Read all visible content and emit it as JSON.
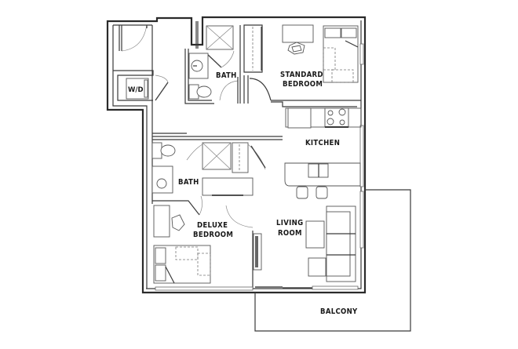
{
  "plan": {
    "type": "apartment-floor-plan",
    "rooms": [
      {
        "id": "wd",
        "label": "W/D"
      },
      {
        "id": "bath1",
        "label": "BATH"
      },
      {
        "id": "std-bed",
        "label_line1": "STANDARD",
        "label_line2": "BEDROOM"
      },
      {
        "id": "kitchen",
        "label": "KITCHEN"
      },
      {
        "id": "bath2",
        "label": "BATH"
      },
      {
        "id": "dlx-bed",
        "label_line1": "DELUXE",
        "label_line2": "BEDROOM"
      },
      {
        "id": "living",
        "label_line1": "LIVING",
        "label_line2": "ROOM"
      },
      {
        "id": "balcony",
        "label": "BALCONY"
      }
    ],
    "colors": {
      "wall": "#2a2a2a",
      "fixture": "#555555",
      "background": "#ffffff"
    }
  }
}
